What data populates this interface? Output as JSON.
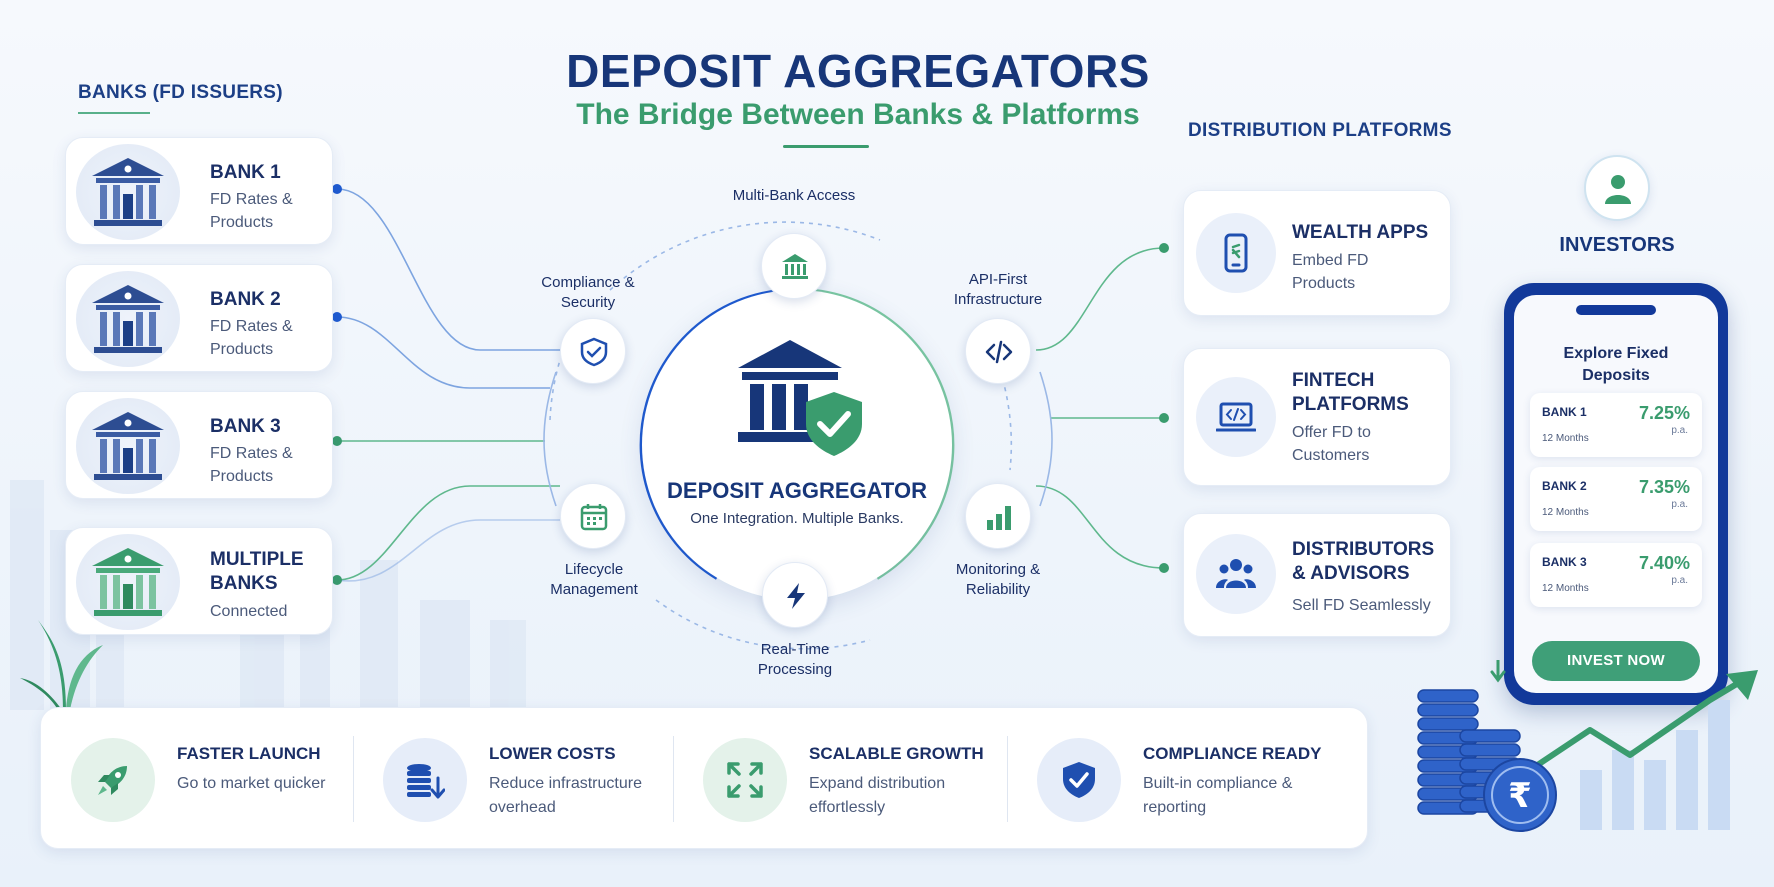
{
  "header": {
    "title": "DEPOSIT AGGREGATORS",
    "subtitle": "The Bridge Between Banks & Platforms"
  },
  "banks_section": {
    "label": "BANKS  (FD ISSUERS)",
    "items": [
      {
        "name": "BANK 1",
        "desc": "FD Rates & Products"
      },
      {
        "name": "BANK 2",
        "desc": "FD Rates & Products"
      },
      {
        "name": "BANK 3",
        "desc": "FD Rates & Products"
      },
      {
        "name": "MULTIPLE BANKS",
        "desc": "Connected"
      }
    ]
  },
  "hub": {
    "title": "DEPOSIT AGGREGATOR",
    "tagline": "One Integration. Multiple Banks.",
    "features": [
      {
        "label": "Multi-Bank Access",
        "icon": "bank-icon"
      },
      {
        "label": "Compliance & Security",
        "icon": "shield-icon"
      },
      {
        "label": "API-First Infrastructure",
        "icon": "code-icon"
      },
      {
        "label": "Lifecycle Management",
        "icon": "calendar-icon"
      },
      {
        "label": "Monitoring & Reliability",
        "icon": "bar-chart-icon"
      },
      {
        "label": "Real-Time Processing",
        "icon": "lightning-icon"
      }
    ]
  },
  "platforms_section": {
    "label": "DISTRIBUTION PLATFORMS",
    "items": [
      {
        "name": "WEALTH APPS",
        "desc": "Embed FD Products",
        "icon": "mobile-app-icon"
      },
      {
        "name": "FINTECH PLATFORMS",
        "desc": "Offer FD to Customers",
        "icon": "laptop-code-icon"
      },
      {
        "name": "DISTRIBUTORS & ADVISORS",
        "desc": "Sell FD Seamlessly",
        "icon": "people-group-icon"
      }
    ]
  },
  "investors": {
    "label": "INVESTORS",
    "phone_title": "Explore Fixed Deposits",
    "rates": [
      {
        "bank": "BANK 1",
        "term": "12 Months",
        "rate": "7.25%",
        "unit": "p.a."
      },
      {
        "bank": "BANK 2",
        "term": "12 Months",
        "rate": "7.35%",
        "unit": "p.a."
      },
      {
        "bank": "BANK 3",
        "term": "12 Months",
        "rate": "7.40%",
        "unit": "p.a."
      }
    ],
    "cta": "INVEST NOW"
  },
  "benefits": [
    {
      "title": "FASTER LAUNCH",
      "desc": "Go to market quicker",
      "icon": "rocket-icon"
    },
    {
      "title": "LOWER COSTS",
      "desc": "Reduce infrastructure overhead",
      "icon": "coins-down-icon"
    },
    {
      "title": "SCALABLE GROWTH",
      "desc": "Expand distribution effortlessly",
      "icon": "expand-icon"
    },
    {
      "title": "COMPLIANCE READY",
      "desc": "Built-in compliance & reporting",
      "icon": "shield-check-icon"
    }
  ],
  "decor": {
    "currency_symbol": "₹"
  },
  "colors": {
    "navy": "#173679",
    "green": "#3a9c6e",
    "blue": "#1f5bd1"
  }
}
